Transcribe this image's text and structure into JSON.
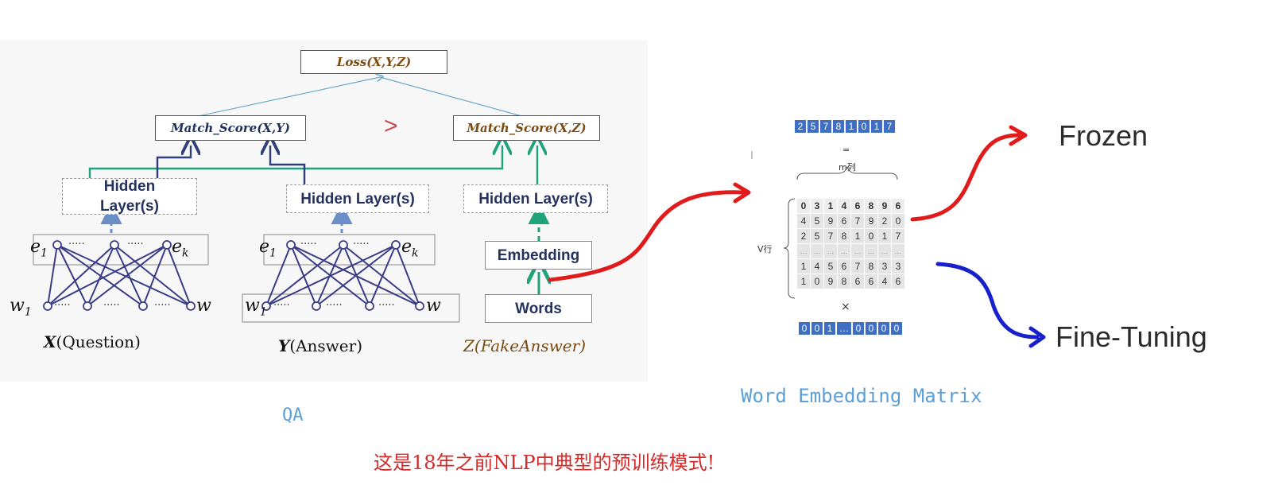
{
  "qa": {
    "loss": "Loss(X,Y,Z)",
    "match_xy": "Match_Score(X,Y)",
    "match_xz": "Match_Score(X,Z)",
    "greater_than": ">",
    "hidden_q_line1": "Hidden",
    "hidden_q_line2": "Layer(s)",
    "hidden_a": "Hidden Layer(s)",
    "hidden_f": "Hidden Layer(s)",
    "embedding": "Embedding",
    "words": "Words",
    "e1": "e",
    "e1_sub": "1",
    "ek": "e",
    "ek_sub": "k",
    "w1": "w",
    "w1_sub": "1",
    "w_last": "w",
    "dots": "·····",
    "label_x": "X",
    "label_x_rest": "(Question)",
    "label_y": "Y",
    "label_y_rest": "(Answer)",
    "label_z": "Z(FakeAnswer)",
    "caption": "QA"
  },
  "matrix": {
    "top_vector": [
      "2",
      "5",
      "7",
      "8",
      "1",
      "0",
      "1",
      "7"
    ],
    "equals": "=",
    "cols_label": "m列",
    "rows_label": "V行",
    "rows": [
      [
        "0",
        "3",
        "1",
        "4",
        "6",
        "8",
        "9",
        "6"
      ],
      [
        "4",
        "5",
        "9",
        "6",
        "7",
        "9",
        "2",
        "0"
      ],
      [
        "2",
        "5",
        "7",
        "8",
        "1",
        "0",
        "1",
        "7"
      ],
      [
        "…",
        "…",
        "…",
        "…",
        "…",
        "…",
        "…",
        "…"
      ],
      [
        "1",
        "4",
        "5",
        "6",
        "7",
        "8",
        "3",
        "3"
      ],
      [
        "1",
        "0",
        "9",
        "8",
        "6",
        "6",
        "4",
        "6"
      ]
    ],
    "times": "×",
    "bottom_vector": [
      "0",
      "0",
      "1",
      "…",
      "0",
      "0",
      "0",
      "0"
    ],
    "caption": "Word Embedding Matrix"
  },
  "outputs": {
    "frozen": "Frozen",
    "fine_tuning": "Fine-Tuning"
  },
  "footer_note": "这是18年之前NLP中典型的预训练模式!",
  "colors": {
    "red_arrow": "#e11b1b",
    "blue_arrow": "#1820cc",
    "green_line": "#1ea37a",
    "navy_line": "#2f3f7a",
    "cell_blue": "#3f6fc2",
    "caption_blue": "#5a9fd8",
    "note_red": "#d42a2a"
  },
  "icons": [
    "right-arrow-red-icon",
    "right-arrow-blue-icon"
  ]
}
